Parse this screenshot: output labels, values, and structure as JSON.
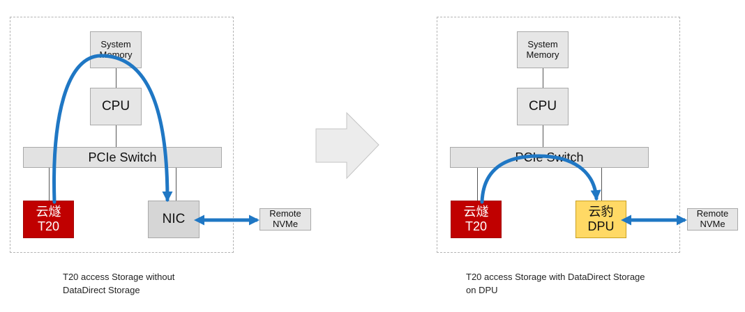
{
  "colors": {
    "arrow": "#1f77c4",
    "t20_bg": "#c00000",
    "dpu_bg": "#ffd965",
    "box_bg": "#e6e6e6",
    "transition_arrow": "#ececec"
  },
  "left": {
    "system_memory": [
      "System",
      "Memory"
    ],
    "cpu": "CPU",
    "pcie": "PCIe Switch",
    "t20": [
      "云燧",
      "T20"
    ],
    "nic": "NIC",
    "remote": [
      "Remote",
      "NVMe"
    ],
    "caption": [
      "T20 access Storage without",
      "DataDirect Storage"
    ]
  },
  "right": {
    "system_memory": [
      "System",
      "Memory"
    ],
    "cpu": "CPU",
    "pcie": "PCIe Switch",
    "t20": [
      "云燧",
      "T20"
    ],
    "dpu": [
      "云豹",
      "DPU"
    ],
    "remote": [
      "Remote",
      "NVMe"
    ],
    "caption": [
      "T20 access Storage with DataDirect Storage",
      "on DPU"
    ]
  }
}
